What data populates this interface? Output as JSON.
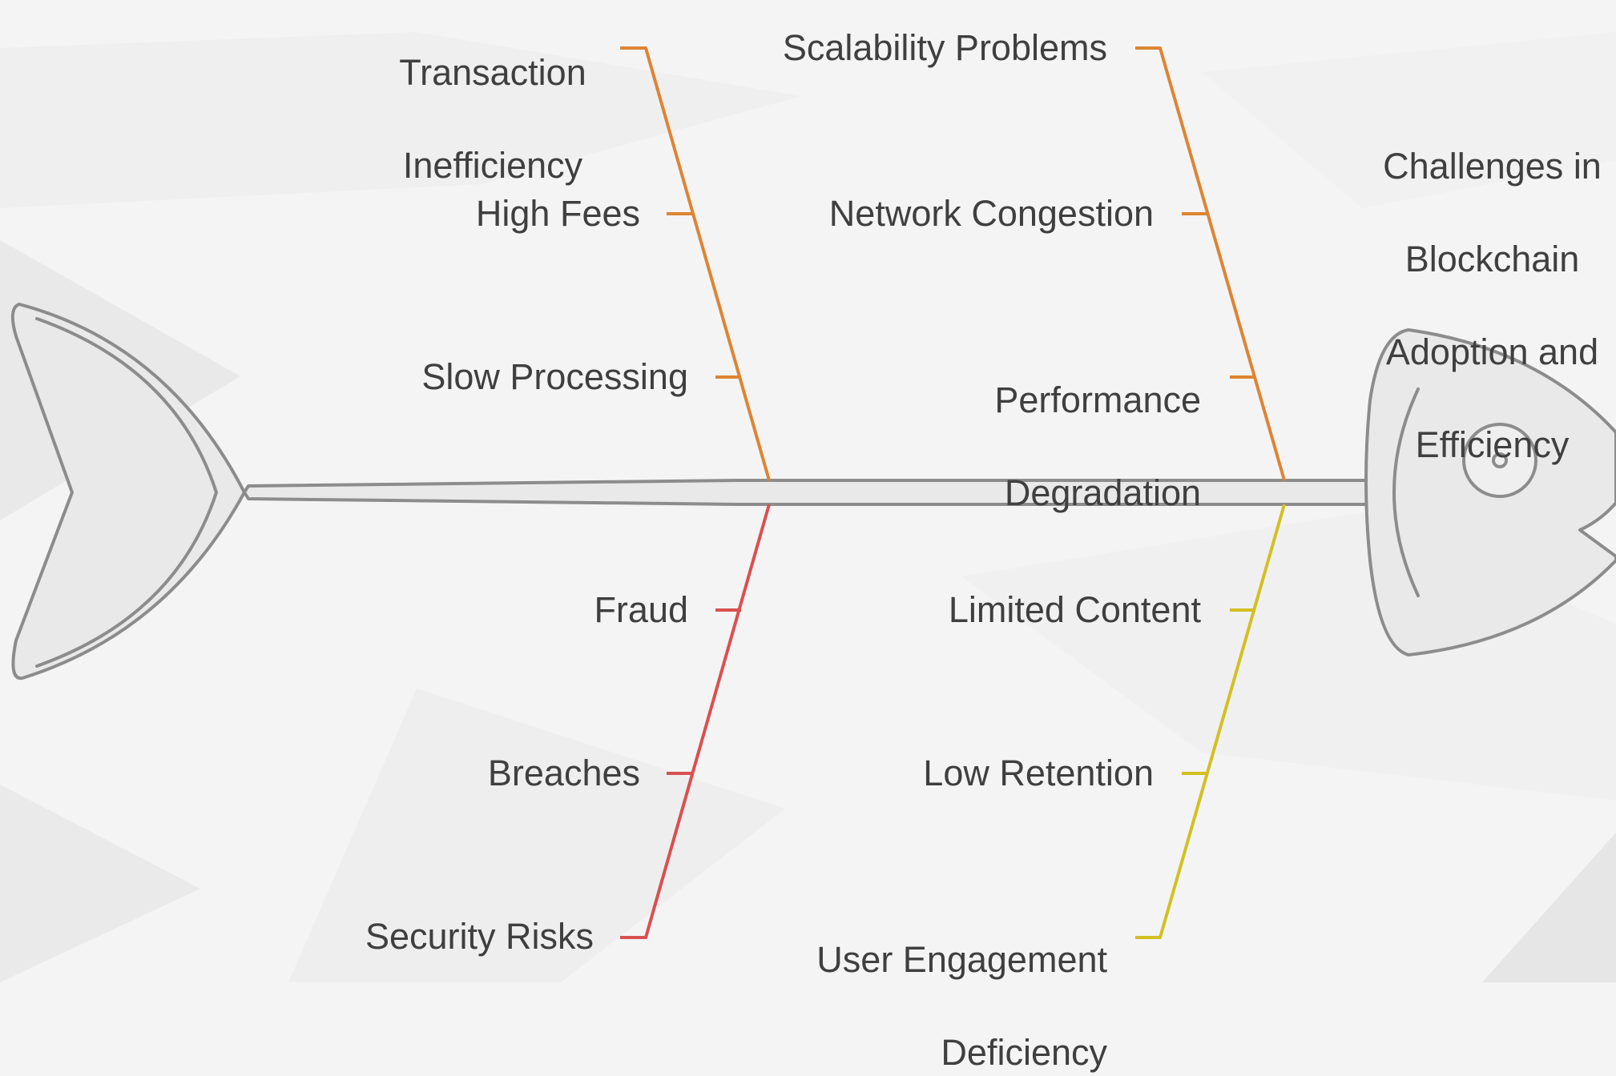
{
  "diagram": {
    "type": "fishbone",
    "head": {
      "title_lines": [
        "Challenges in",
        "Blockchain",
        "Adoption and",
        "Efficiency"
      ]
    },
    "categories": [
      {
        "id": "transaction",
        "label_lines": [
          "Transaction",
          "Inefficiency"
        ],
        "color": "#dd8433",
        "causes": [
          {
            "label": "High Fees"
          },
          {
            "label": "Slow Processing"
          }
        ]
      },
      {
        "id": "scalability",
        "label_lines": [
          "Scalability Problems"
        ],
        "color": "#dd8433",
        "causes": [
          {
            "label": "Network Congestion"
          },
          {
            "label_lines": [
              "Performance",
              "Degradation"
            ]
          }
        ]
      },
      {
        "id": "security",
        "label_lines": [
          "Security Risks"
        ],
        "color": "#d95050",
        "causes": [
          {
            "label": "Fraud"
          },
          {
            "label": "Breaches"
          }
        ]
      },
      {
        "id": "engagement",
        "label_lines": [
          "User Engagement",
          "Deficiency"
        ],
        "color": "#d4bf22",
        "causes": [
          {
            "label": "Limited Content"
          },
          {
            "label": "Low Retention"
          }
        ]
      }
    ],
    "colors": {
      "fish_outline": "#8c8c8c",
      "fish_fill": "#e9e9e9",
      "text": "#3f3f3f",
      "background": "#f4f4f4"
    }
  }
}
